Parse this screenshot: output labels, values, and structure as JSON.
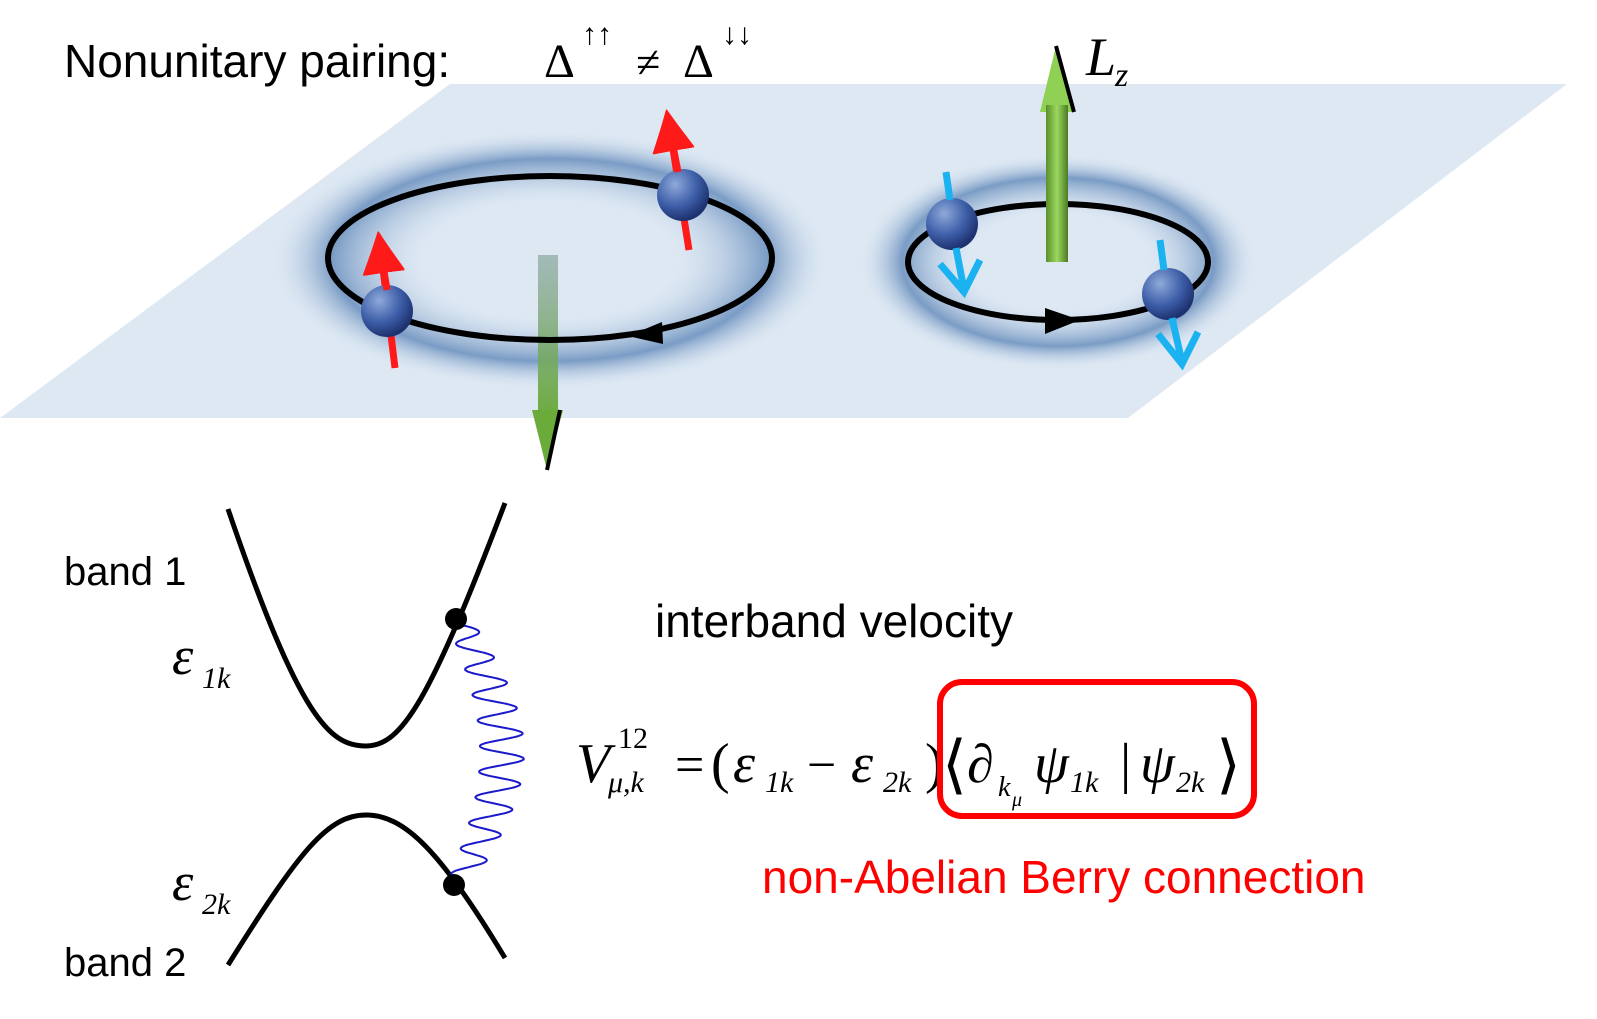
{
  "title": {
    "text": "Nonunitary pairing:",
    "formula_lhs": "Δ",
    "formula_lhs_sup": "↑↑",
    "formula_neq": "≠",
    "formula_rhs": "Δ",
    "formula_rhs_sup": "↓↓"
  },
  "lz": {
    "main": "L",
    "sub": "z"
  },
  "bands": {
    "band1": "band 1",
    "band2": "band 2",
    "eps1_main": "ε",
    "eps1_sub": "1k",
    "eps2_main": "ε",
    "eps2_sub": "2k"
  },
  "velocity": {
    "label": "interband velocity",
    "V": "V",
    "V_sup": "12",
    "V_sub": "μ,k",
    "equals": "=",
    "open_paren": "(",
    "eps": "ε",
    "eps1_sub": "1k",
    "minus": "−",
    "eps2_sub": "2k",
    "close_paren": ")",
    "lang": "⟨",
    "partial": "∂",
    "partial_sub": "k",
    "partial_subsub": "μ",
    "psi": "ψ",
    "psi1_sub": "1k",
    "bar": "|",
    "psi2_sub": "2k",
    "rang": "⟩"
  },
  "berry": {
    "label": "non-Abelian Berry connection"
  },
  "colors": {
    "plane": "#dde8f3",
    "halo": "#6f93c0",
    "orbit": "#000000",
    "spin_up": "#ff1a1a",
    "spin_down": "#1ab2f0",
    "lz_arrow": "#7cbf3f",
    "berry": "#ff0000",
    "wavy": "#1a1acc"
  }
}
